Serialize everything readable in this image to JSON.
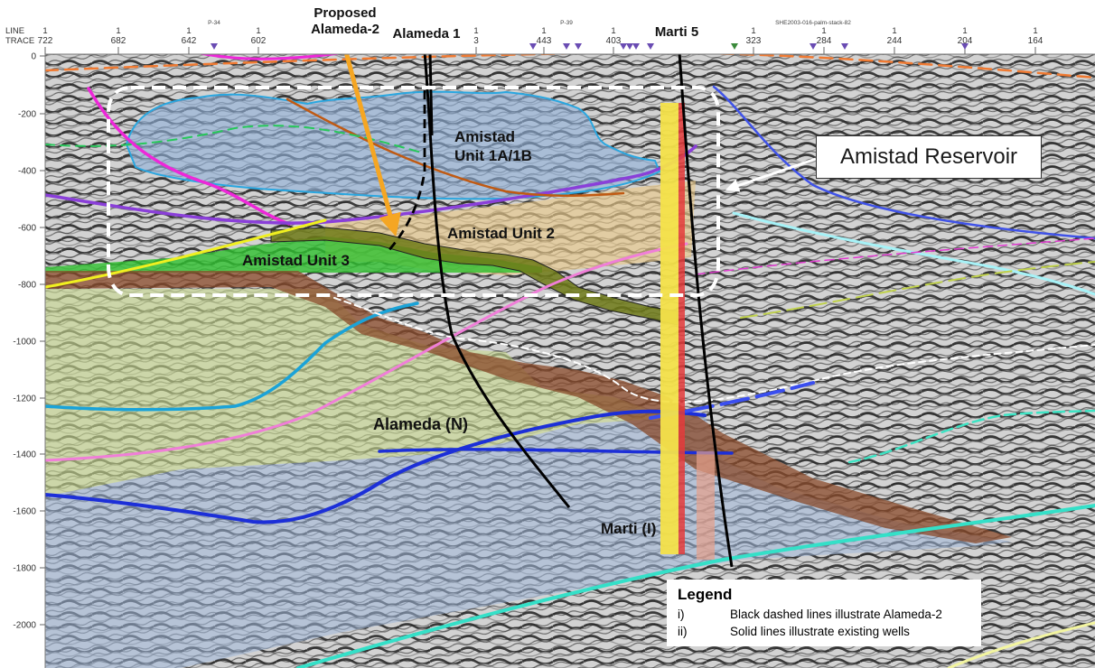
{
  "axes": {
    "line_label": "LINE",
    "trace_label": "TRACE",
    "line_number": "1",
    "traces": [
      "722",
      "682",
      "642",
      "602",
      "3",
      "443",
      "403",
      "323",
      "284",
      "244",
      "204",
      "164"
    ],
    "depths": [
      "0",
      "-200",
      "-400",
      "-600",
      "-800",
      "-1000",
      "-1200",
      "-1400",
      "-1600",
      "-1800",
      "-2000"
    ],
    "markers": [
      "P-34",
      "P-39",
      "SHE2003-016-palm-stack-82"
    ]
  },
  "labels": {
    "proposed_well": "Proposed\nAlameda-2",
    "well_alameda1": "Alameda 1",
    "well_marti5": "Marti 5",
    "unit_1a1b": "Amistad\nUnit 1A/1B",
    "unit_2": "Amistad Unit 2",
    "unit_3": "Amistad Unit 3",
    "alameda_n": "Alameda (N)",
    "marti_i": "Marti (I)"
  },
  "callout": {
    "text": "Amistad Reservoir"
  },
  "legend": {
    "title": "Legend",
    "items": [
      {
        "num": "i)",
        "text": "Black dashed lines illustrate Alameda-2"
      },
      {
        "num": "ii)",
        "text": "Solid lines illustrate existing wells"
      }
    ]
  },
  "colors": {
    "unit_1a1b": "#8fb0d8",
    "unit_2": "#e8c88a",
    "unit_3": "#2fc02f",
    "alameda_n": "#c8d890",
    "marti_i": "#9eb6d8",
    "fault_band": "#8a4a2a",
    "well_marti5_strip": "#f4e24a",
    "proposed_arrow": "#f5a623"
  }
}
